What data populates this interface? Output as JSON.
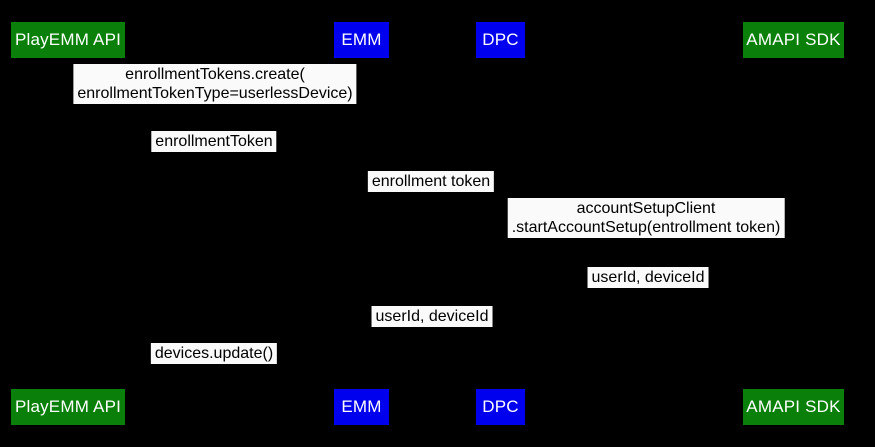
{
  "diagram_type": "sequence",
  "colors": {
    "background": "#000000",
    "actor_green": "#0a800a",
    "actor_blue": "#0000ee",
    "actor_text": "#ffffff",
    "label_bg": "#fafafa",
    "label_text": "#000000"
  },
  "actors": [
    {
      "label": "PlayEMM API",
      "color": "#0a800a"
    },
    {
      "label": "EMM",
      "color": "#0000ee"
    },
    {
      "label": "DPC",
      "color": "#0000ee"
    },
    {
      "label": "AMAPI SDK",
      "color": "#0a800a"
    }
  ],
  "messages": [
    {
      "line1": "enrollmentTokens.create(",
      "line2": "enrollmentTokenType=userlessDevice)"
    },
    {
      "line1": "enrollmentToken"
    },
    {
      "line1": "enrollment token"
    },
    {
      "line1": "accountSetupClient",
      "line2": ".startAccountSetup(entrollment token)"
    },
    {
      "line1": "userId, deviceId"
    },
    {
      "line1": "userId, deviceId"
    },
    {
      "line1": "devices.update()"
    }
  ]
}
